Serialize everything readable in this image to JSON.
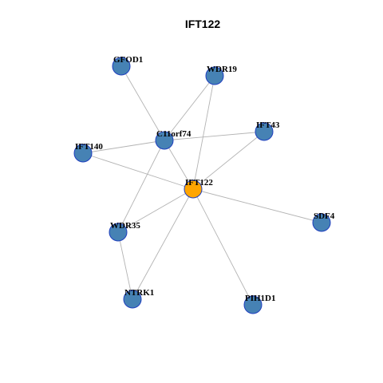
{
  "diagram": {
    "title": "IFT122",
    "colors": {
      "background": "#ffffff",
      "hub_fill": "#ffa500",
      "node_fill": "#4682b4",
      "node_border": "#1f3fbf",
      "edge": "#b3b3b3"
    },
    "nodes": [
      {
        "id": "IFT122",
        "label": "IFT122",
        "role": "hub"
      },
      {
        "id": "GFOD1",
        "label": "GFOD1",
        "role": "neighbor"
      },
      {
        "id": "WDR19",
        "label": "WDR19",
        "role": "neighbor"
      },
      {
        "id": "C11orf74",
        "label": "C11orf74",
        "role": "neighbor"
      },
      {
        "id": "IFT43",
        "label": "IFT43",
        "role": "neighbor"
      },
      {
        "id": "IFT140",
        "label": "IFT140",
        "role": "neighbor"
      },
      {
        "id": "WDR35",
        "label": "WDR35",
        "role": "neighbor"
      },
      {
        "id": "SDF4",
        "label": "SDF4",
        "role": "neighbor"
      },
      {
        "id": "NTRK1",
        "label": "NTRK1",
        "role": "neighbor"
      },
      {
        "id": "PIH1D1",
        "label": "PIH1D1",
        "role": "neighbor"
      }
    ],
    "edges": [
      [
        "GFOD1",
        "C11orf74"
      ],
      [
        "WDR19",
        "C11orf74"
      ],
      [
        "WDR19",
        "IFT122"
      ],
      [
        "C11orf74",
        "IFT43"
      ],
      [
        "C11orf74",
        "IFT140"
      ],
      [
        "C11orf74",
        "IFT122"
      ],
      [
        "C11orf74",
        "WDR35"
      ],
      [
        "IFT43",
        "IFT122"
      ],
      [
        "IFT140",
        "IFT122"
      ],
      [
        "IFT122",
        "WDR35"
      ],
      [
        "IFT122",
        "SDF4"
      ],
      [
        "IFT122",
        "NTRK1"
      ],
      [
        "IFT122",
        "PIH1D1"
      ],
      [
        "WDR35",
        "NTRK1"
      ]
    ]
  }
}
